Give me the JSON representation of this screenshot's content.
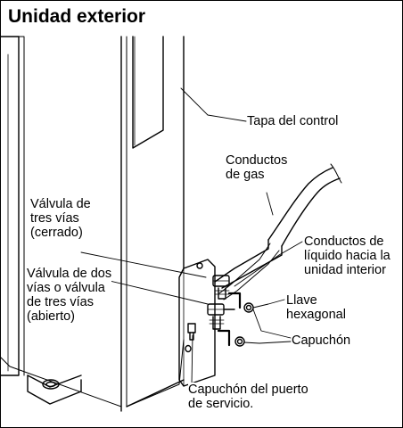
{
  "title": "Unidad exterior",
  "labels": {
    "tapa": "Tapa del control",
    "gas": "Conductos\nde gas",
    "liquido": "Conductos de\nlíquido hacia la\nunidad interior",
    "tres_vias": "Válvula de\ntres vías\n(cerrado)",
    "dos_vias": "Válvula de dos\nvías o válvula\nde tres vías\n(abierto)",
    "llave": "Llave\nhexagonal",
    "capuchon": "Capuchón",
    "puerto": "Capuchón del puerto\nde servicio."
  }
}
